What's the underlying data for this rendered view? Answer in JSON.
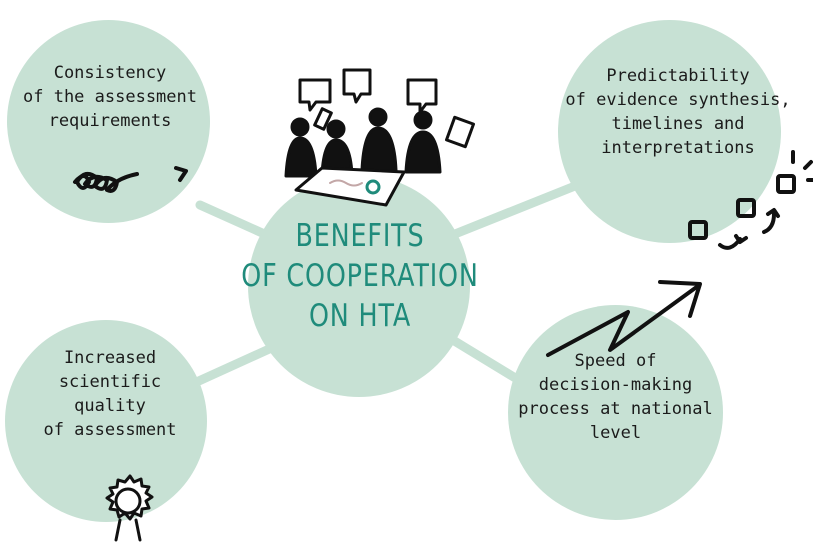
{
  "center": {
    "line1": "BENEFITS",
    "line2": "OF COOPERATION",
    "line3": "ON HTA"
  },
  "nodes": {
    "top_left": "Consistency\nof the assessment\nrequirements",
    "top_right": "Predictability\nof evidence synthesis,\ntimelines and\ninterpretations",
    "bottom_left": "Increased\nscientific\nquality\nof assessment",
    "bottom_right": "Speed of\ndecision-making\nprocess at national\nlevel"
  },
  "colors": {
    "circle_fill": "#c7e1d4",
    "connector": "#c7e1d4",
    "center_text": "#1f8b7b",
    "ink": "#111111"
  },
  "icons": {
    "center": "people-meeting-icon",
    "top_left": "spiral-arrow-icon",
    "top_right": "steps-progress-icon",
    "bottom_left": "rosette-award-icon",
    "bottom_right": "rising-arrow-icon"
  }
}
